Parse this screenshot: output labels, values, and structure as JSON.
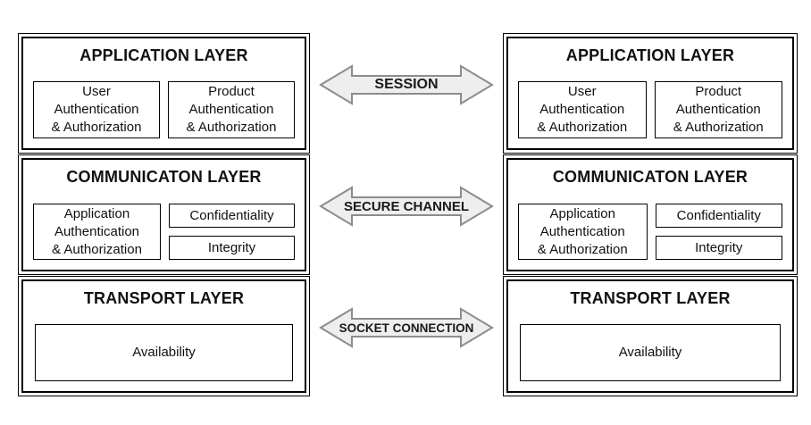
{
  "colors": {
    "background": "#ffffff",
    "border": "#000000",
    "arrow_fill": "#eeeeee",
    "arrow_stroke": "#8c8c8c",
    "text": "#111111"
  },
  "left_stack": {
    "layers": [
      {
        "title": "APPLICATION LAYER",
        "cells": [
          "User\nAuthentication\n& Authorization",
          "Product\nAuthentication\n& Authorization"
        ]
      },
      {
        "title": "COMMUNICATON LAYER",
        "cells": [
          "Application\nAuthentication\n& Authorization",
          "Confidentiality",
          "Integrity"
        ]
      },
      {
        "title": "TRANSPORT LAYER",
        "cells": [
          "Availability"
        ]
      }
    ]
  },
  "right_stack": {
    "layers": [
      {
        "title": "APPLICATION LAYER",
        "cells": [
          "User\nAuthentication\n& Authorization",
          "Product\nAuthentication\n& Authorization"
        ]
      },
      {
        "title": "COMMUNICATON LAYER",
        "cells": [
          "Application\nAuthentication\n& Authorization",
          "Confidentiality",
          "Integrity"
        ]
      },
      {
        "title": "TRANSPORT LAYER",
        "cells": [
          "Availability"
        ]
      }
    ]
  },
  "connectors": [
    {
      "label": "SESSION"
    },
    {
      "label": "SECURE CHANNEL"
    },
    {
      "label": "SOCKET CONNECTION"
    }
  ]
}
